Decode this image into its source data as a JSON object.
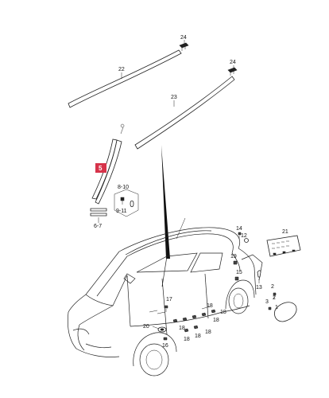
{
  "callouts": {
    "c24a": "24",
    "c22": "22",
    "c24b": "24",
    "c23": "23",
    "c5": "5",
    "c8_10": "8-10",
    "c9_11": "9-11",
    "c6_7": "6-7",
    "c14": "14",
    "c12": "12",
    "c21": "21",
    "c19": "19",
    "c15": "15",
    "c13": "13",
    "c17": "17",
    "c2a": "2",
    "c2b": "2",
    "c3": "3",
    "c1": "1",
    "c20": "20",
    "c16": "16",
    "c18a": "18",
    "c18b": "18",
    "c18c": "18",
    "c18d": "18",
    "c18e": "18",
    "c18f": "18",
    "c18g": "18"
  },
  "colors": {
    "highlight": "#d6334a",
    "line": "#222222",
    "background": "#ffffff"
  }
}
